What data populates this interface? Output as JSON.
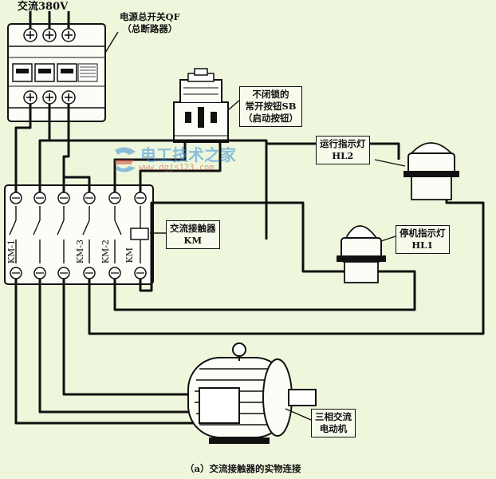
{
  "supply_label": "交流380V",
  "qf_label": [
    "电源总开关QF",
    "（总断路器）"
  ],
  "sb_label": [
    "不闭锁的",
    "常开按钮SB",
    "（启动按钮）"
  ],
  "hl2_label": [
    "运行指示灯",
    "HL2"
  ],
  "km_label": [
    "交流接触器",
    "KM"
  ],
  "hl1_label": [
    "停机指示灯",
    "HL1"
  ],
  "motor_label": [
    "三相交流",
    "电动机"
  ],
  "km_contacts": [
    "KM-1",
    "KM-3",
    "KM-2",
    "KM"
  ],
  "caption": "（a）交流接触器的实物连接",
  "watermark": {
    "title": "电工技术之家",
    "url": "www.dgjs123.com"
  },
  "colors": {
    "background": "#eef7dc",
    "line": "#111111",
    "watermark_blue": "#3a8fd6",
    "watermark_red": "#d04a3a"
  }
}
